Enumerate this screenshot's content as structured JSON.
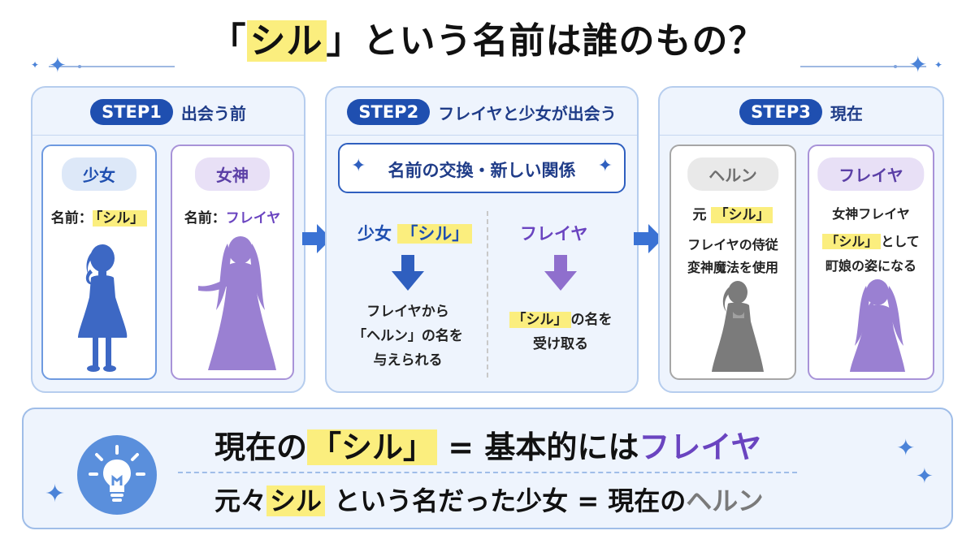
{
  "title": {
    "open": "「",
    "highlight": "シル",
    "close": "」",
    "rest": "という名前は誰のもの？"
  },
  "steps": [
    {
      "badge": "STEP1",
      "label": "出会う前"
    },
    {
      "badge": "STEP2",
      "label": "フレイヤと少女が出会う"
    },
    {
      "badge": "STEP3",
      "label": "現在"
    }
  ],
  "step1": {
    "girl": {
      "pill": "少女",
      "name_prefix": "名前：",
      "name_value": "「シル」"
    },
    "goddess": {
      "pill": "女神",
      "name_prefix": "名前：",
      "name_value": "フレイヤ"
    }
  },
  "step2": {
    "exchange": "名前の交換・新しい関係",
    "left_head_a": "少女",
    "left_head_b": "「シル」",
    "left_lines": [
      "フレイヤから",
      "「ヘルン」の名を",
      "与えられる"
    ],
    "right_head": "フレイヤ",
    "right_line1_hl": "「シル」",
    "right_line1_rest": "の名を",
    "right_line2": "受け取る"
  },
  "step3": {
    "heln": {
      "pill": "ヘルン",
      "line1_prefix": "元",
      "line1_hl": "「シル」",
      "line2": "フレイヤの侍従",
      "line3": "変神魔法を使用"
    },
    "freya": {
      "pill": "フレイヤ",
      "line1": "女神フレイヤ",
      "line2_hl": "「シル」",
      "line2_rest": "として",
      "line3": "町娘の姿になる"
    }
  },
  "summary": {
    "line1_a": "現在の",
    "line1_hl": "「シル」",
    "line1_b": " = 基本的には",
    "line1_c": "フレイヤ",
    "line2_a": "元々",
    "line2_hl": "シル",
    "line2_b": " という名だった少女 = 現在の",
    "line2_c": "ヘルン"
  },
  "colors": {
    "blue": "#1f4fb0",
    "purple": "#6a44c0",
    "gray": "#7a7a7a",
    "highlight": "#fbee7e",
    "panel": "#eef4fd"
  },
  "icons": [
    "sparkle-icon",
    "right-arrow-icon",
    "down-arrow-icon",
    "lightbulb-icon",
    "girl-silhouette",
    "goddess-silhouette"
  ]
}
